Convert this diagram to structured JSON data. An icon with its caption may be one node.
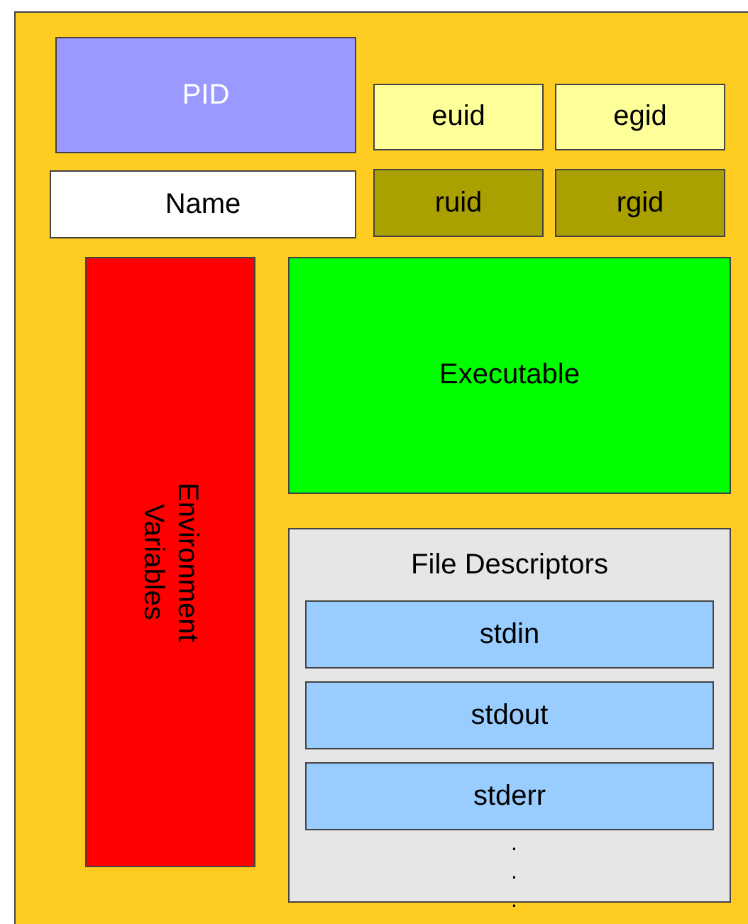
{
  "diagram": {
    "nodes": [
      {
        "text": [],
        "shape": "box"
      },
      {
        "text": [
          "PID"
        ],
        "in": 0
      },
      {
        "text": [
          "euid"
        ],
        "in": 0
      },
      {
        "text": [
          "egid"
        ],
        "in": 0
      },
      {
        "text": [
          "Name"
        ],
        "in": 0
      },
      {
        "text": [
          "ruid"
        ],
        "in": 0
      },
      {
        "text": [
          "rgid"
        ],
        "in": 0
      },
      {
        "text": [
          "Environment Variables"
        ],
        "in": 0
      },
      {
        "text": [
          "Executable"
        ],
        "in": 0
      },
      {
        "text": [
          "File Descriptors"
        ],
        "in": 0
      },
      {
        "text": [
          "stdin"
        ],
        "in": 9
      },
      {
        "text": [
          "stdout"
        ],
        "in": 9
      },
      {
        "text": [
          "stderr"
        ],
        "in": 9
      }
    ],
    "labels": [
      ".",
      ".",
      "."
    ]
  }
}
